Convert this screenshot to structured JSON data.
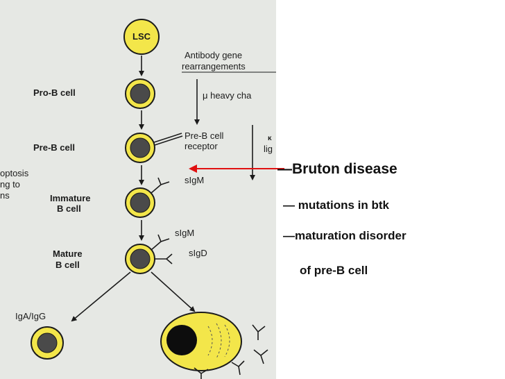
{
  "diagram": {
    "nodes": {
      "lsc": "LSC",
      "pro_b": "Pro-B cell",
      "pre_b": "Pre-B cell",
      "immature_1": "Immature",
      "immature_2": "B cell",
      "mature_1": "Mature",
      "mature_2": "B cell",
      "iga_igg": "IgA/IgG"
    },
    "annotations": {
      "antibody_1": "Antibody gene",
      "antibody_2": "rearrangements",
      "mu_heavy": "μ heavy cha",
      "pre_b_receptor_1": "Pre-B cell",
      "pre_b_receptor_2": "receptor",
      "kappa": "κ",
      "lig": "lig",
      "sigm_immature": "sIgM",
      "sigm_mature": "sIgM",
      "sigd": "sIgD",
      "apoptosis_1": "optosis",
      "apoptosis_2": "ng to",
      "apoptosis_3": "ns"
    }
  },
  "notes": {
    "bruton": "—Bruton disease",
    "mutations": "— mutations in btk",
    "maturation": "—maturation disorder",
    "pre_b": "of  pre-B cell"
  },
  "colors": {
    "cell_fill": "#f3e64a",
    "nucleus": "#4a4a4a",
    "pointer_arrow": "#e01010",
    "scan_bg": "#e6e8e4"
  }
}
